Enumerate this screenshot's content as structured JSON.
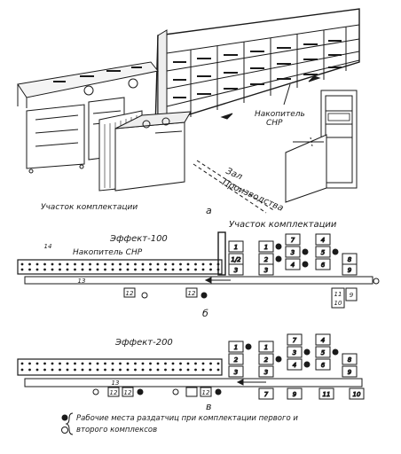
{
  "figure": {
    "part_a": {
      "label_area": "Участок комплектации",
      "label_hall_1": "Зал",
      "label_hall_2": "Производства",
      "label_storage_1": "Накопитель",
      "label_storage_2": "СНР",
      "panel_letter": "а"
    },
    "part_b": {
      "title_effect100": "Эффект-100",
      "title_area": "Участок комплектации",
      "label_storage": "Накопитель СНР",
      "num_14": "14",
      "num_13": "13",
      "num_12": "12",
      "num_11": "11",
      "num_10": "10",
      "num_9": "9",
      "num_8": "8",
      "num_7": "7",
      "num_6": "6",
      "num_5": "5",
      "num_4": "4",
      "num_3": "3",
      "num_2": "2",
      "num_1": "1",
      "num_1_2": "1/2",
      "panel_letter": "б"
    },
    "part_c": {
      "title_effect200": "Эффект-200",
      "num_13": "13",
      "num_12": "12",
      "panel_letter": "в"
    },
    "legend": {
      "line1": "Рабочие места раздатчиц при комплектации первого и",
      "line2": "второго комплексов"
    }
  }
}
